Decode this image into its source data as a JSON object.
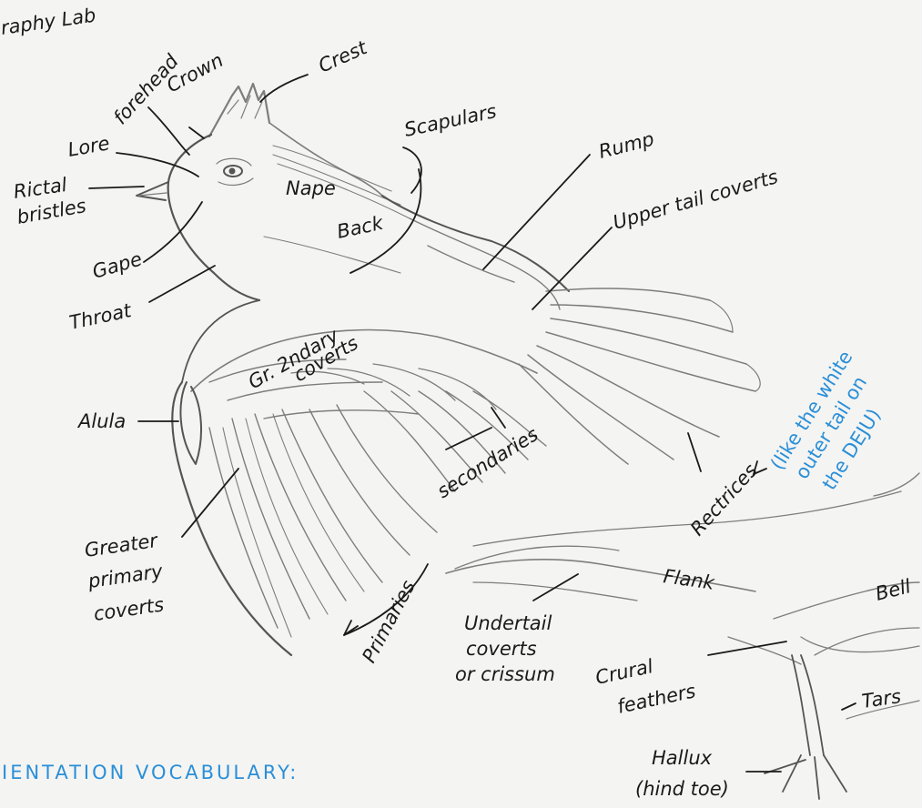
{
  "colors": {
    "paper": "#f4f4f2",
    "ink": "#1a1a1a",
    "pencil": "#7d7d7d",
    "blue_ink": "#2a8fd8"
  },
  "header": {
    "title_fragment": "raphy Lab"
  },
  "labels": {
    "crown": "Crown",
    "forehead": "forehead",
    "crest": "Crest",
    "lore": "Lore",
    "rictal_1": "Rictal",
    "rictal_2": "bristles",
    "gape": "Gape",
    "throat": "Throat",
    "scapulars": "Scapulars",
    "nape": "Nape",
    "back": "Back",
    "rump": "Rump",
    "upper_tail_coverts": "Upper tail coverts",
    "gr_2ndary_1": "Gr. 2ndary",
    "gr_2ndary_2": "coverts",
    "alula": "Alula",
    "secondaries": "secondaries",
    "greater_primary_1": "Greater",
    "greater_primary_2": "primary",
    "greater_primary_3": "coverts",
    "primaries": "Primaries",
    "rectrices": "Rectrices",
    "flank": "Flank",
    "undertail_1": "Undertail",
    "undertail_2": "coverts",
    "undertail_3": "or crissum",
    "crural_1": "Crural",
    "crural_2": "feathers",
    "belly": "Bell",
    "tarsus": "Tars",
    "hallux_1": "Hallux",
    "hallux_2": "(hind toe)"
  },
  "notes": {
    "blue_1": "(like the white",
    "blue_2": "outer tail on",
    "blue_3": "the DEJU)",
    "footer": "IENTATION   VOCABULARY:"
  }
}
